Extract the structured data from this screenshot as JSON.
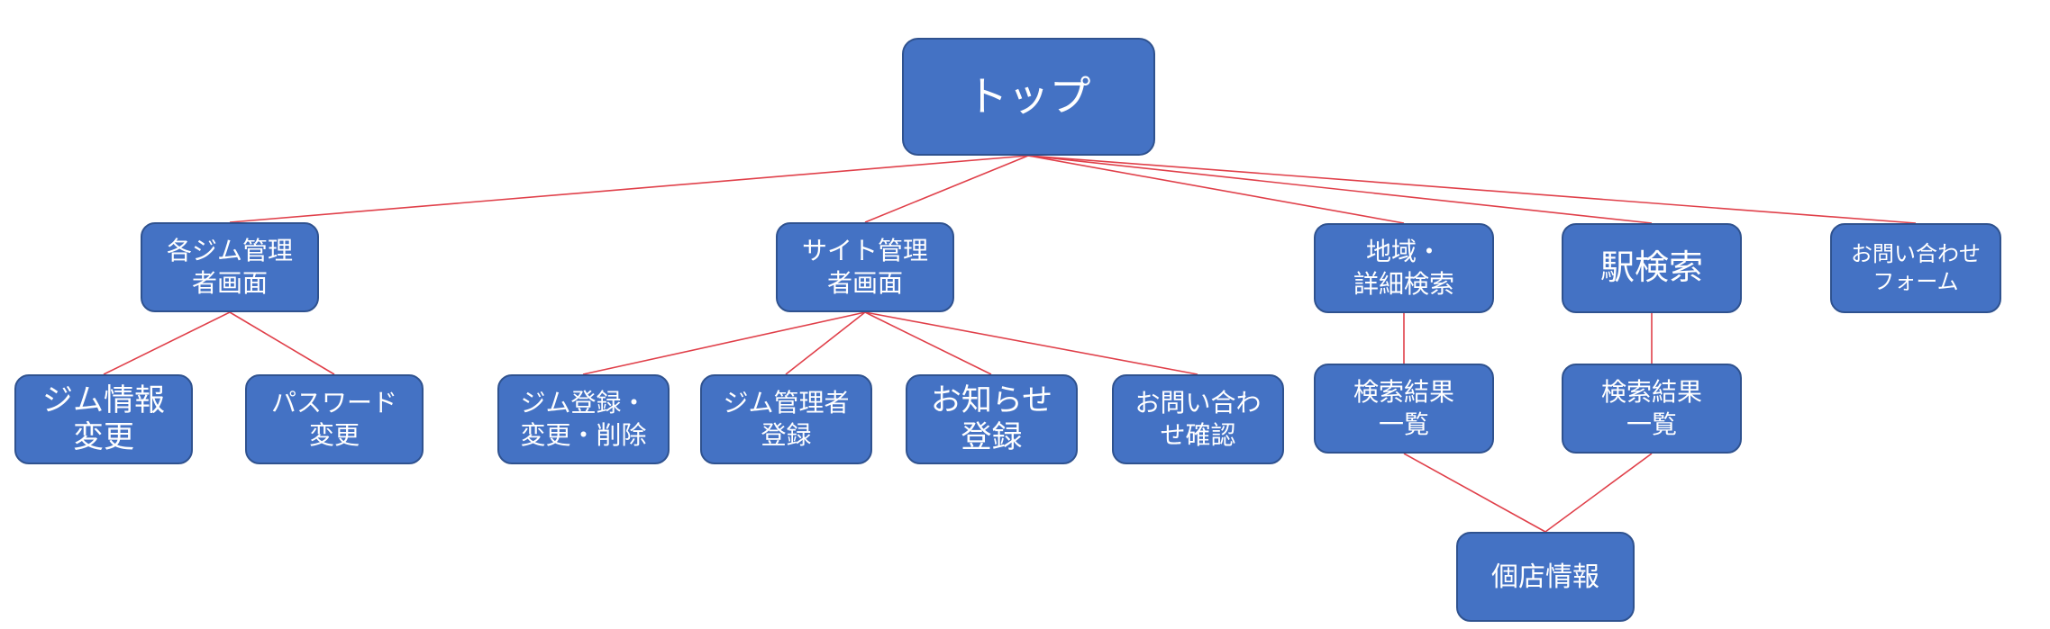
{
  "colors": {
    "node_fill": "#4472c4",
    "node_border": "#2f528f",
    "node_text": "#ffffff",
    "connector": "#e0404a"
  },
  "nodes": {
    "top": "トップ",
    "gym_admin": "各ジム管理\n者画面",
    "site_admin": "サイト管理\n者画面",
    "area_search": "地域・\n詳細検索",
    "station_search": "駅検索",
    "contact_form": "お問い合わせ\nフォーム",
    "gym_info_change": "ジム情報\n変更",
    "password_change": "パスワード\n変更",
    "gym_register": "ジム登録・\n変更・削除",
    "manager_register": "ジム管理者\n登録",
    "news_register": "お知らせ\n登録",
    "inquiry_check": "お問い合わ\nせ確認",
    "result_list_area": "検索結果\n一覧",
    "result_list_station": "検索結果\n一覧",
    "store_info": "個店情報"
  }
}
